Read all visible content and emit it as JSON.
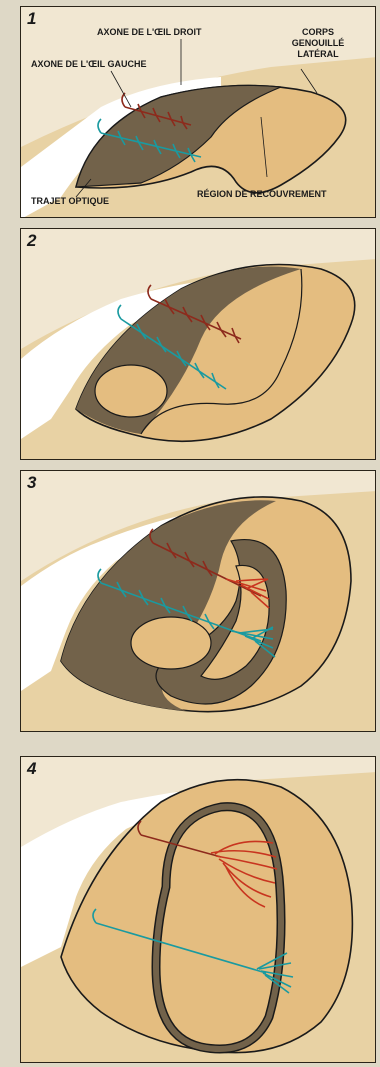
{
  "panels": [
    {
      "number": "1"
    },
    {
      "number": "2"
    },
    {
      "number": "3"
    },
    {
      "number": "4"
    }
  ],
  "labels": {
    "right_eye_axon": "AXONE DE L'ŒIL DROIT",
    "left_eye_axon": "AXONE DE L'ŒIL GAUCHE",
    "lgn_line1": "CORPS",
    "lgn_line2": "GENOUILLÉ",
    "lgn_line3": "LATÉRAL",
    "optic_tract": "TRAJET OPTIQUE",
    "overlap_region": "RÉGION DE RECOUVREMENT"
  },
  "colors": {
    "tan": "#e4bd80",
    "overlap": "#72624a",
    "right_eye_axon": "#c8351f",
    "right_eye_axon_dark": "#8d2a1c",
    "left_eye_axon": "#1a9aa0",
    "background": "#f1e7d2",
    "outline": "#1a1a1a"
  }
}
